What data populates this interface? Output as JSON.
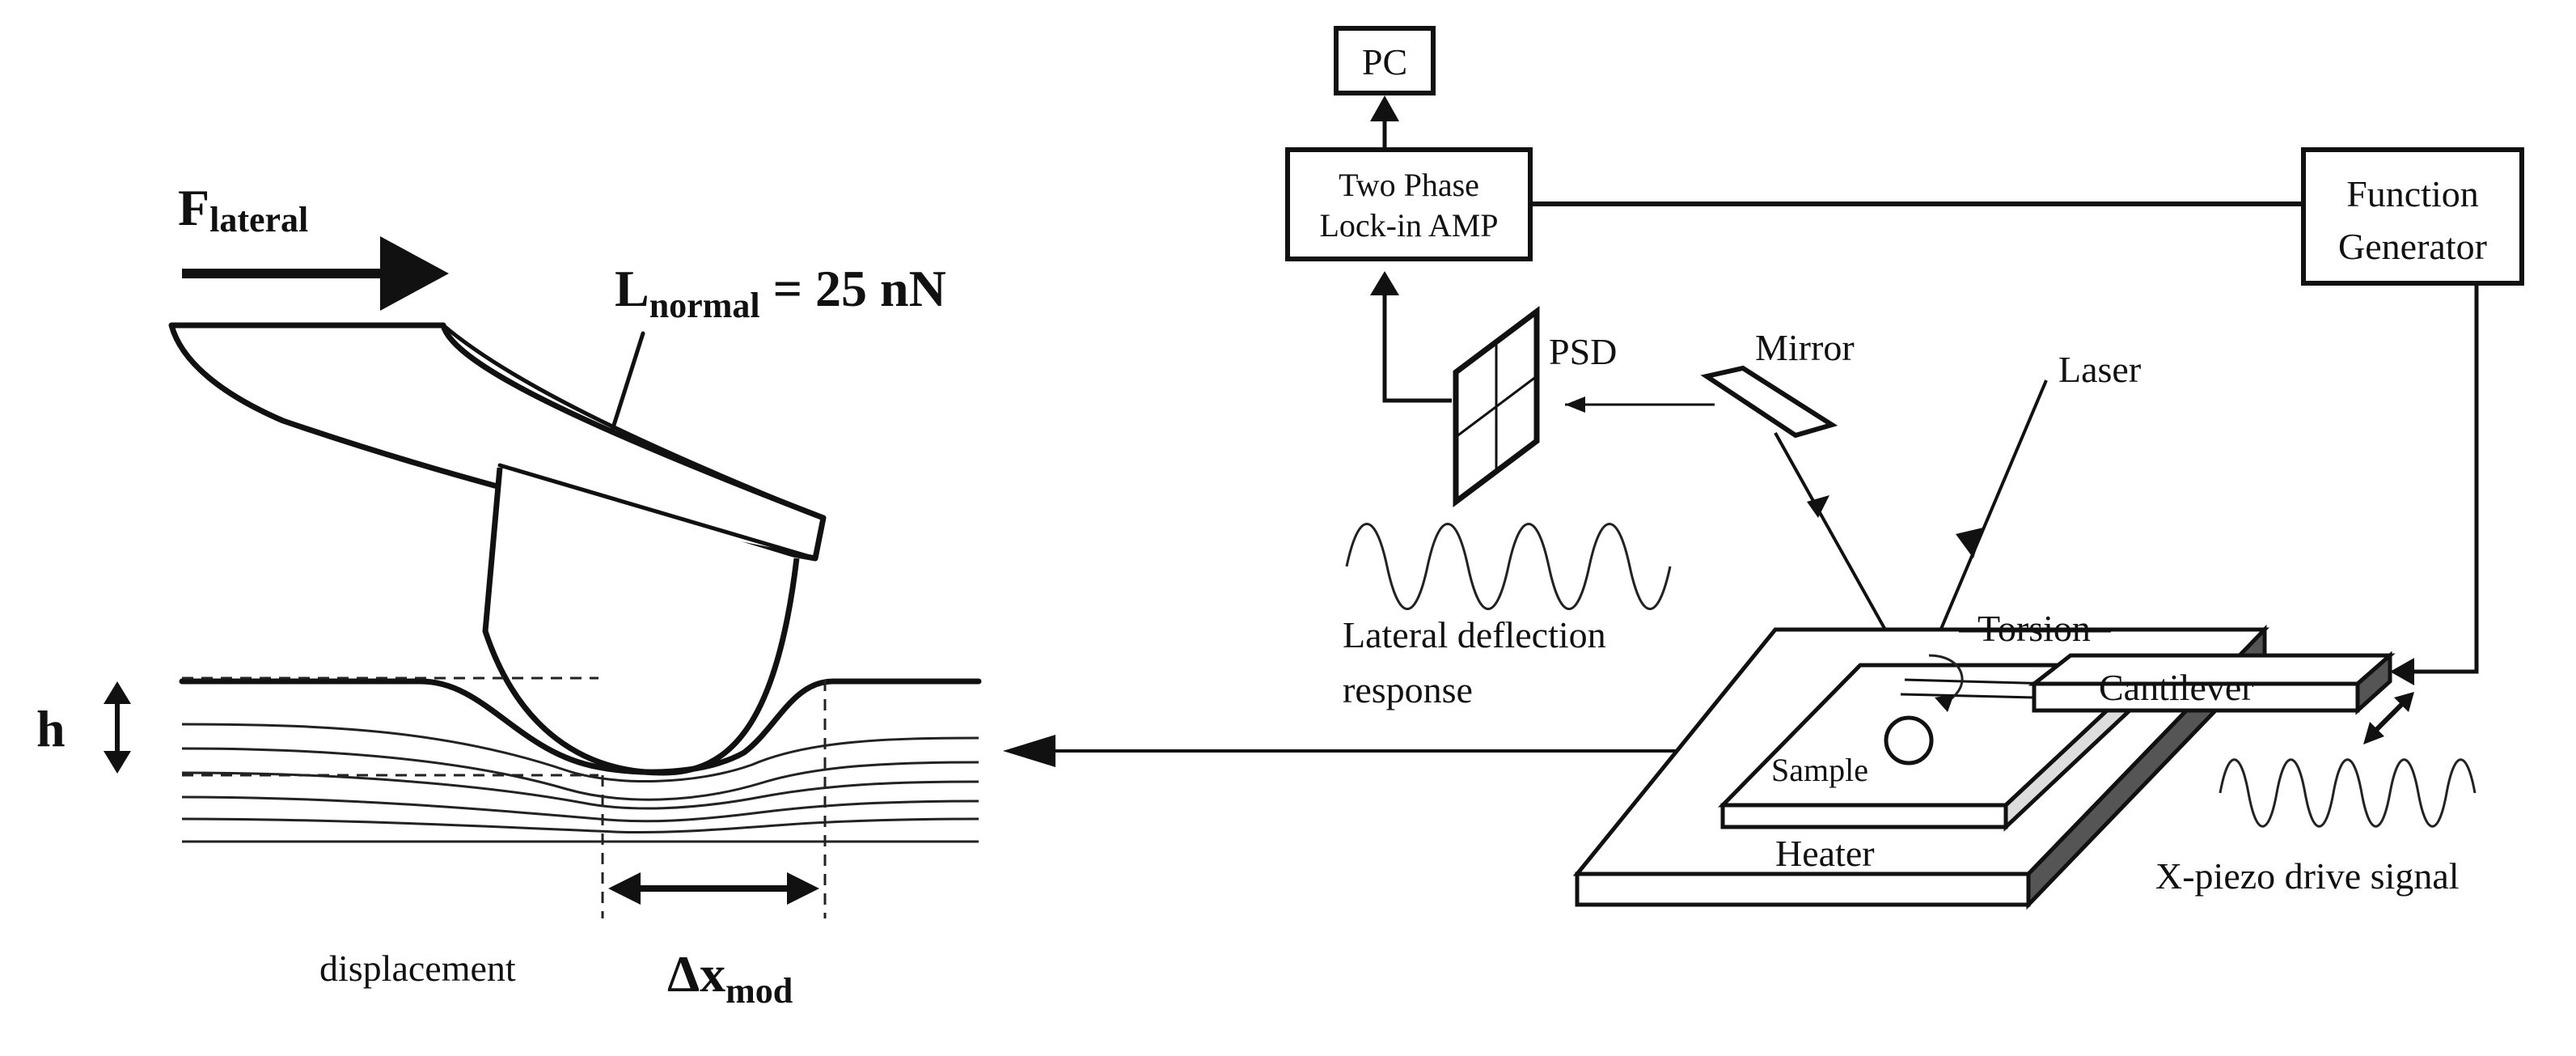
{
  "left_panel": {
    "force_label": "F",
    "force_sub": "lateral",
    "load_label": "L",
    "load_sub": "normal",
    "load_value": " = 25 nN",
    "height_label": "h",
    "displacement_label": "displacement",
    "delta_label": "Δx",
    "delta_sub": "mod"
  },
  "right_panel": {
    "pc_label": "PC",
    "lockin_line1": "Two Phase",
    "lockin_line2": "Lock-in AMP",
    "function_line1": "Function",
    "function_line2": "Generator",
    "psd_label": "PSD",
    "mirror_label": "Mirror",
    "laser_label": "Laser",
    "lateral_line1": "Lateral deflection",
    "lateral_line2": "response",
    "torsion_label": "Torsion",
    "cantilever_label": "Cantilever",
    "sample_label": "Sample",
    "heater_label": "Heater",
    "xpiezo_label": "X-piezo drive signal"
  }
}
